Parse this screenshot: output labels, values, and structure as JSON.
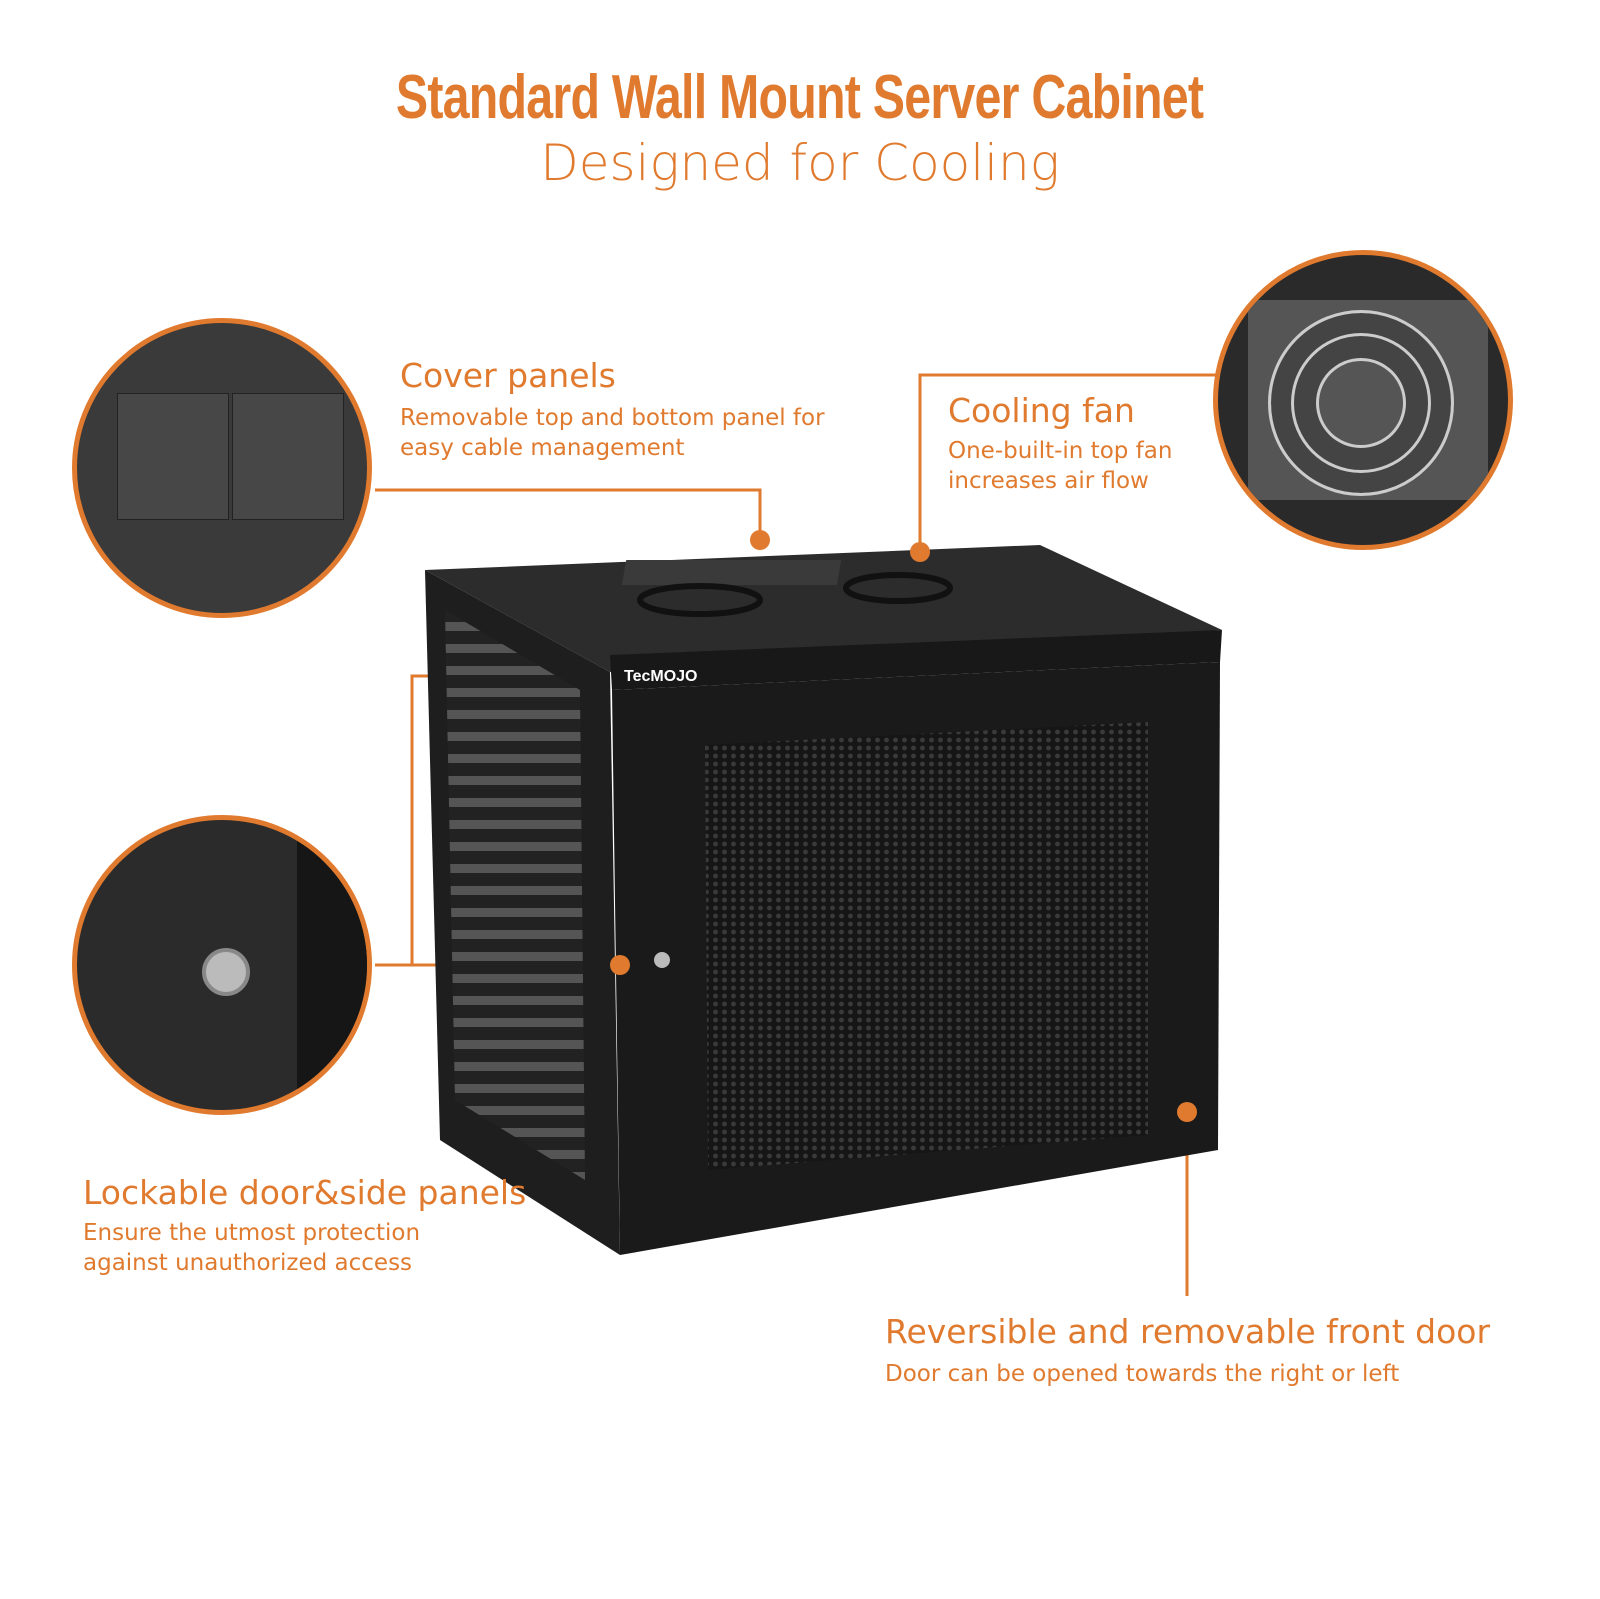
{
  "header": {
    "title": "Standard Wall Mount Server Cabinet",
    "subtitle": "Designed for Cooling"
  },
  "features": [
    {
      "heading": "Cover panels",
      "desc": [
        "Removable top and bottom panel for",
        "easy cable management"
      ]
    },
    {
      "heading": "Cooling fan",
      "desc": [
        "One-built-in top fan",
        "increases air flow"
      ]
    },
    {
      "heading": "Lockable door&side panels",
      "desc": [
        "Ensure the utmost protection",
        "against unauthorized access"
      ]
    },
    {
      "heading": "Reversible and removable front door",
      "desc": [
        "Door can be opened towards the right or left"
      ]
    }
  ],
  "logo": "TecMOJO",
  "colors": {
    "accent": "#E07A2E",
    "cabinet": "#1c1c1c"
  }
}
